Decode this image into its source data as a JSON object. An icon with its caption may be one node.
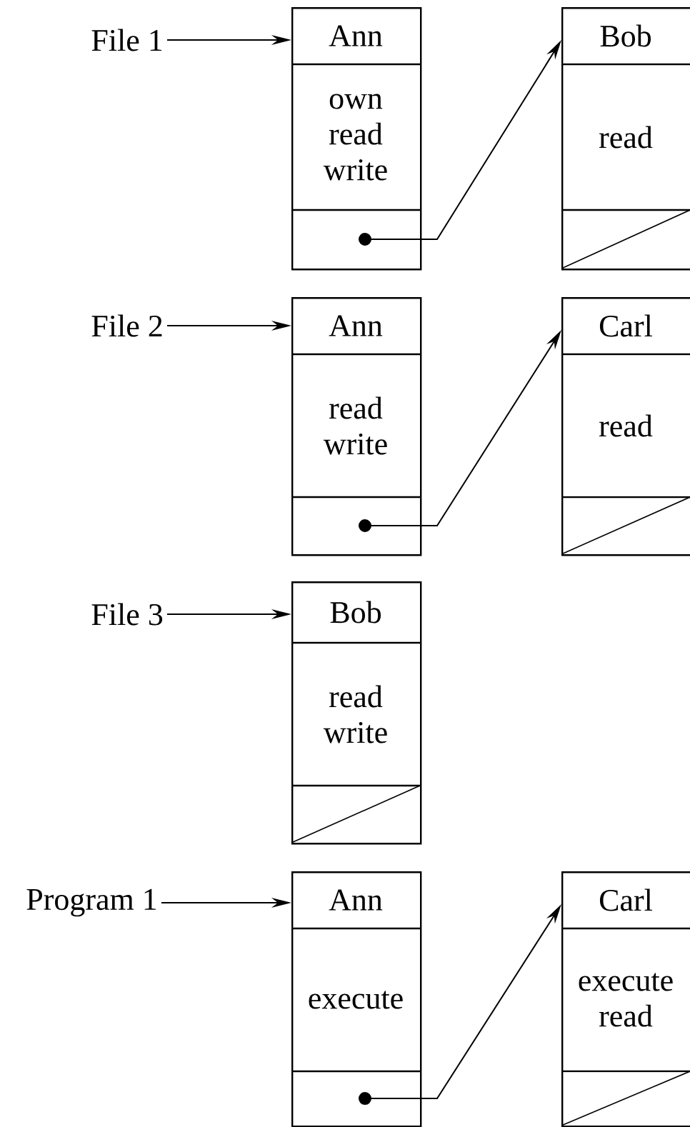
{
  "diagram": {
    "nodes": [
      {
        "text": [
          "File 1"
        ]
      },
      {
        "text": [
          "Ann",
          "own read write"
        ]
      },
      {
        "text": [
          "Bob",
          "read"
        ]
      },
      {
        "text": [
          "File 2"
        ]
      },
      {
        "text": [
          "Ann",
          "read write"
        ]
      },
      {
        "text": [
          "Carl",
          "read"
        ]
      },
      {
        "text": [
          "File 3"
        ]
      },
      {
        "text": [
          "Bob",
          "read write"
        ]
      },
      {
        "text": [
          "Program 1"
        ]
      },
      {
        "text": [
          "Ann",
          "execute"
        ]
      },
      {
        "text": [
          "Carl",
          "execute read"
        ]
      }
    ],
    "edges": [
      {
        "from": 0,
        "to": 1,
        "arrow": "to"
      },
      {
        "from": 1,
        "to": 2,
        "arrow": "to"
      },
      {
        "from": 3,
        "to": 4,
        "arrow": "to"
      },
      {
        "from": 4,
        "to": 5,
        "arrow": "to"
      },
      {
        "from": 6,
        "to": 7,
        "arrow": "to"
      },
      {
        "from": 8,
        "to": 9,
        "arrow": "to"
      },
      {
        "from": 9,
        "to": 10,
        "arrow": "to"
      }
    ]
  }
}
